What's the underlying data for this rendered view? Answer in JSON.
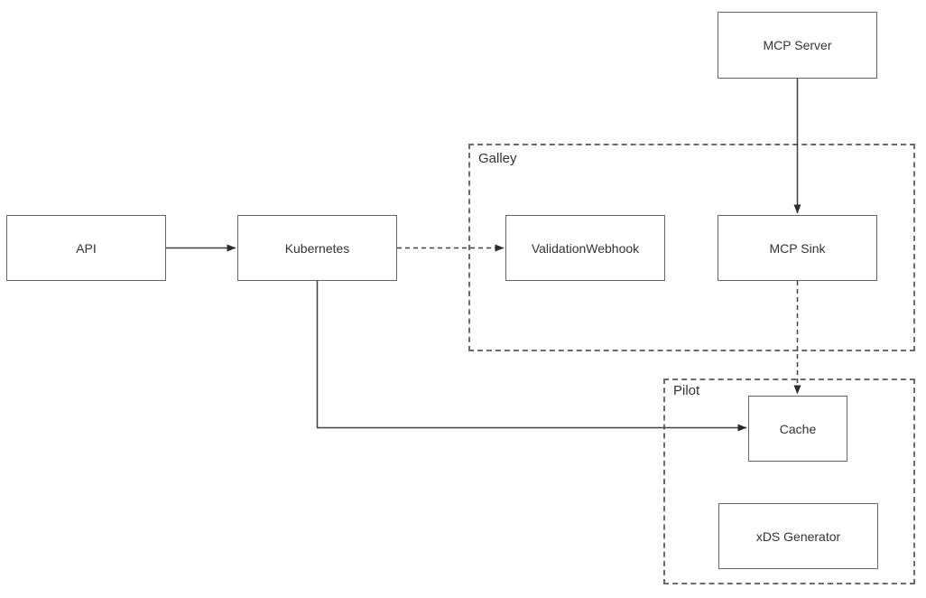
{
  "diagram": {
    "background_color": "#ffffff",
    "node_fill": "#ffffff",
    "node_border_color": "#666666",
    "container_border_color": "#6b6b6b",
    "edge_color": "#404040",
    "text_color": "#333333",
    "containers": {
      "galley": {
        "label": "Galley"
      },
      "pilot": {
        "label": "Pilot"
      }
    },
    "nodes": {
      "api": {
        "label": "API"
      },
      "kubernetes": {
        "label": "Kubernetes"
      },
      "validation_webhook": {
        "label": "ValidationWebhook",
        "container": "Galley"
      },
      "mcp_server": {
        "label": "MCP Server"
      },
      "mcp_sink": {
        "label": "MCP Sink",
        "container": "Galley"
      },
      "cache": {
        "label": "Cache",
        "container": "Pilot"
      },
      "xds_generator": {
        "label": "xDS Generator",
        "container": "Pilot"
      }
    },
    "edges": [
      {
        "from": "API",
        "to": "Kubernetes",
        "line": "solid",
        "arrow": true
      },
      {
        "from": "Kubernetes",
        "to": "ValidationWebhook",
        "line": "dashed",
        "arrow": true
      },
      {
        "from": "MCP Server",
        "to": "MCP Sink",
        "line": "solid",
        "arrow": true
      },
      {
        "from": "MCP Sink",
        "to": "Cache",
        "line": "dashed",
        "arrow": true
      },
      {
        "from": "Kubernetes",
        "to": "Cache",
        "line": "solid",
        "arrow": true
      }
    ]
  }
}
